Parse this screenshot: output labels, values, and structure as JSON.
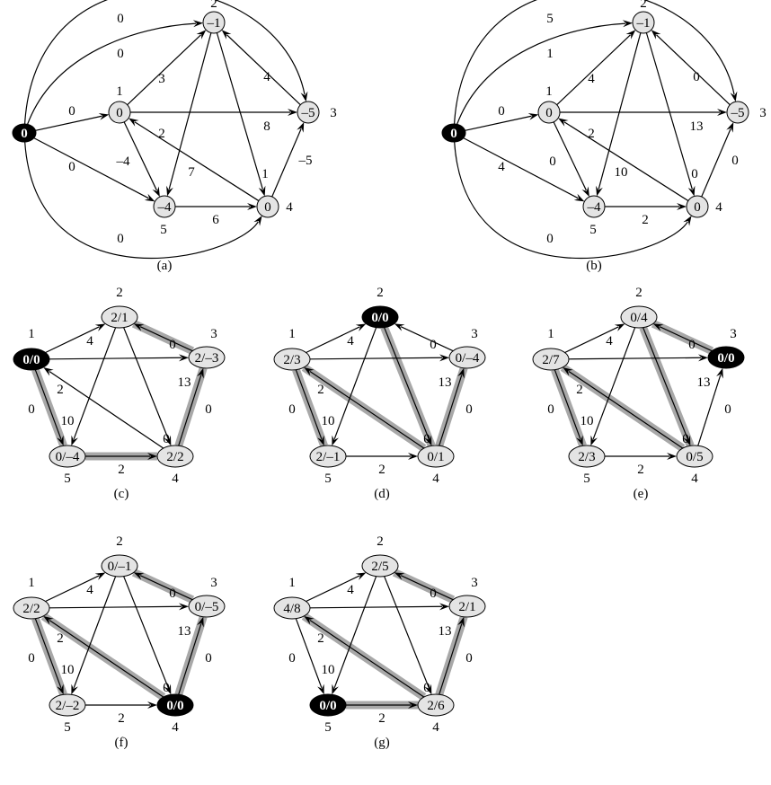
{
  "colors": {
    "node_fill": "#e4e4e4",
    "source_fill": "#000000",
    "shade": "#a8a8a8",
    "edge": "#000000"
  },
  "panels": [
    {
      "caption": "(a)",
      "layout": "ab",
      "nodes": [
        {
          "id": "s",
          "value": "0",
          "highlight": true
        },
        {
          "id": "1",
          "label": "1",
          "value": "0"
        },
        {
          "id": "2",
          "label": "2",
          "value": "–1"
        },
        {
          "id": "3",
          "label": "3",
          "value": "–5"
        },
        {
          "id": "4",
          "label": "4",
          "value": "0"
        },
        {
          "id": "5",
          "label": "5",
          "value": "–4"
        }
      ],
      "edges": [
        {
          "from": "s",
          "to": "1",
          "weight": "0"
        },
        {
          "from": "s",
          "to": "2",
          "weight": "0"
        },
        {
          "from": "s",
          "to": "3",
          "weight": "0"
        },
        {
          "from": "s",
          "to": "4",
          "weight": "0"
        },
        {
          "from": "s",
          "to": "5",
          "weight": "0"
        },
        {
          "from": "1",
          "to": "2",
          "weight": "3"
        },
        {
          "from": "1",
          "to": "3",
          "weight": "8"
        },
        {
          "from": "1",
          "to": "5",
          "weight": "–4"
        },
        {
          "from": "2",
          "to": "4",
          "weight": "1"
        },
        {
          "from": "2",
          "to": "5",
          "weight": "7"
        },
        {
          "from": "3",
          "to": "2",
          "weight": "4"
        },
        {
          "from": "4",
          "to": "1",
          "weight": "2"
        },
        {
          "from": "4",
          "to": "3",
          "weight": "–5"
        },
        {
          "from": "5",
          "to": "4",
          "weight": "6"
        }
      ]
    },
    {
      "caption": "(b)",
      "layout": "ab",
      "nodes": [
        {
          "id": "s",
          "value": "0",
          "highlight": true
        },
        {
          "id": "1",
          "label": "1",
          "value": "0"
        },
        {
          "id": "2",
          "label": "2",
          "value": "–1"
        },
        {
          "id": "3",
          "label": "3",
          "value": "–5"
        },
        {
          "id": "4",
          "label": "4",
          "value": "0"
        },
        {
          "id": "5",
          "label": "5",
          "value": "–4"
        }
      ],
      "edges": [
        {
          "from": "s",
          "to": "1",
          "weight": "0"
        },
        {
          "from": "s",
          "to": "2",
          "weight": "1"
        },
        {
          "from": "s",
          "to": "3",
          "weight": "5"
        },
        {
          "from": "s",
          "to": "4",
          "weight": "0"
        },
        {
          "from": "s",
          "to": "5",
          "weight": "4"
        },
        {
          "from": "1",
          "to": "2",
          "weight": "4"
        },
        {
          "from": "1",
          "to": "3",
          "weight": "13"
        },
        {
          "from": "1",
          "to": "5",
          "weight": "0"
        },
        {
          "from": "2",
          "to": "4",
          "weight": "0"
        },
        {
          "from": "2",
          "to": "5",
          "weight": "10"
        },
        {
          "from": "3",
          "to": "2",
          "weight": "0"
        },
        {
          "from": "4",
          "to": "1",
          "weight": "2"
        },
        {
          "from": "4",
          "to": "3",
          "weight": "0"
        },
        {
          "from": "5",
          "to": "4",
          "weight": "2"
        }
      ]
    },
    {
      "caption": "(c)",
      "layout": "pent",
      "nodes": [
        {
          "id": "1",
          "label": "1",
          "value": "0/0",
          "highlight": true
        },
        {
          "id": "2",
          "label": "2",
          "value": "2/1"
        },
        {
          "id": "3",
          "label": "3",
          "value": "2/–3"
        },
        {
          "id": "4",
          "label": "4",
          "value": "2/2"
        },
        {
          "id": "5",
          "label": "5",
          "value": "0/–4"
        }
      ],
      "edges": [
        {
          "from": "1",
          "to": "2",
          "weight": "4"
        },
        {
          "from": "1",
          "to": "3",
          "weight": "13"
        },
        {
          "from": "1",
          "to": "5",
          "weight": "0",
          "shaded": true
        },
        {
          "from": "2",
          "to": "4",
          "weight": "0"
        },
        {
          "from": "2",
          "to": "5",
          "weight": "10"
        },
        {
          "from": "3",
          "to": "2",
          "weight": "0",
          "shaded": true
        },
        {
          "from": "4",
          "to": "1",
          "weight": "2"
        },
        {
          "from": "4",
          "to": "3",
          "weight": "0",
          "shaded": true
        },
        {
          "from": "5",
          "to": "4",
          "weight": "2",
          "shaded": true
        }
      ]
    },
    {
      "caption": "(d)",
      "layout": "pent",
      "nodes": [
        {
          "id": "1",
          "label": "1",
          "value": "2/3"
        },
        {
          "id": "2",
          "label": "2",
          "value": "0/0",
          "highlight": true
        },
        {
          "id": "3",
          "label": "3",
          "value": "0/–4"
        },
        {
          "id": "4",
          "label": "4",
          "value": "0/1"
        },
        {
          "id": "5",
          "label": "5",
          "value": "2/–1"
        }
      ],
      "edges": [
        {
          "from": "1",
          "to": "2",
          "weight": "4"
        },
        {
          "from": "1",
          "to": "3",
          "weight": "13"
        },
        {
          "from": "1",
          "to": "5",
          "weight": "0",
          "shaded": true
        },
        {
          "from": "2",
          "to": "4",
          "weight": "0",
          "shaded": true
        },
        {
          "from": "2",
          "to": "5",
          "weight": "10"
        },
        {
          "from": "3",
          "to": "2",
          "weight": "0"
        },
        {
          "from": "4",
          "to": "1",
          "weight": "2",
          "shaded": true
        },
        {
          "from": "4",
          "to": "3",
          "weight": "0",
          "shaded": true
        },
        {
          "from": "5",
          "to": "4",
          "weight": "2"
        }
      ]
    },
    {
      "caption": "(e)",
      "layout": "pent",
      "nodes": [
        {
          "id": "1",
          "label": "1",
          "value": "2/7"
        },
        {
          "id": "2",
          "label": "2",
          "value": "0/4"
        },
        {
          "id": "3",
          "label": "3",
          "value": "0/0",
          "highlight": true
        },
        {
          "id": "4",
          "label": "4",
          "value": "0/5"
        },
        {
          "id": "5",
          "label": "5",
          "value": "2/3"
        }
      ],
      "edges": [
        {
          "from": "1",
          "to": "2",
          "weight": "4"
        },
        {
          "from": "1",
          "to": "3",
          "weight": "13"
        },
        {
          "from": "1",
          "to": "5",
          "weight": "0",
          "shaded": true
        },
        {
          "from": "2",
          "to": "4",
          "weight": "0",
          "shaded": true
        },
        {
          "from": "2",
          "to": "5",
          "weight": "10"
        },
        {
          "from": "3",
          "to": "2",
          "weight": "0",
          "shaded": true
        },
        {
          "from": "4",
          "to": "1",
          "weight": "2",
          "shaded": true
        },
        {
          "from": "4",
          "to": "3",
          "weight": "0"
        },
        {
          "from": "5",
          "to": "4",
          "weight": "2"
        }
      ]
    },
    {
      "caption": "(f)",
      "layout": "pent",
      "nodes": [
        {
          "id": "1",
          "label": "1",
          "value": "2/2"
        },
        {
          "id": "2",
          "label": "2",
          "value": "0/–1"
        },
        {
          "id": "3",
          "label": "3",
          "value": "0/–5"
        },
        {
          "id": "4",
          "label": "4",
          "value": "0/0",
          "highlight": true
        },
        {
          "id": "5",
          "label": "5",
          "value": "2/–2"
        }
      ],
      "edges": [
        {
          "from": "1",
          "to": "2",
          "weight": "4"
        },
        {
          "from": "1",
          "to": "3",
          "weight": "13"
        },
        {
          "from": "1",
          "to": "5",
          "weight": "0",
          "shaded": true
        },
        {
          "from": "2",
          "to": "4",
          "weight": "0"
        },
        {
          "from": "2",
          "to": "5",
          "weight": "10"
        },
        {
          "from": "3",
          "to": "2",
          "weight": "0",
          "shaded": true
        },
        {
          "from": "4",
          "to": "1",
          "weight": "2",
          "shaded": true
        },
        {
          "from": "4",
          "to": "3",
          "weight": "0",
          "shaded": true
        },
        {
          "from": "5",
          "to": "4",
          "weight": "2"
        }
      ]
    },
    {
      "caption": "(g)",
      "layout": "pent",
      "nodes": [
        {
          "id": "1",
          "label": "1",
          "value": "4/8"
        },
        {
          "id": "2",
          "label": "2",
          "value": "2/5"
        },
        {
          "id": "3",
          "label": "3",
          "value": "2/1"
        },
        {
          "id": "4",
          "label": "4",
          "value": "2/6"
        },
        {
          "id": "5",
          "label": "5",
          "value": "0/0",
          "highlight": true
        }
      ],
      "edges": [
        {
          "from": "1",
          "to": "2",
          "weight": "4"
        },
        {
          "from": "1",
          "to": "3",
          "weight": "13"
        },
        {
          "from": "1",
          "to": "5",
          "weight": "0"
        },
        {
          "from": "2",
          "to": "4",
          "weight": "0"
        },
        {
          "from": "2",
          "to": "5",
          "weight": "10"
        },
        {
          "from": "3",
          "to": "2",
          "weight": "0",
          "shaded": true
        },
        {
          "from": "4",
          "to": "1",
          "weight": "2",
          "shaded": true
        },
        {
          "from": "4",
          "to": "3",
          "weight": "0",
          "shaded": true
        },
        {
          "from": "5",
          "to": "4",
          "weight": "2",
          "shaded": true
        }
      ]
    }
  ]
}
